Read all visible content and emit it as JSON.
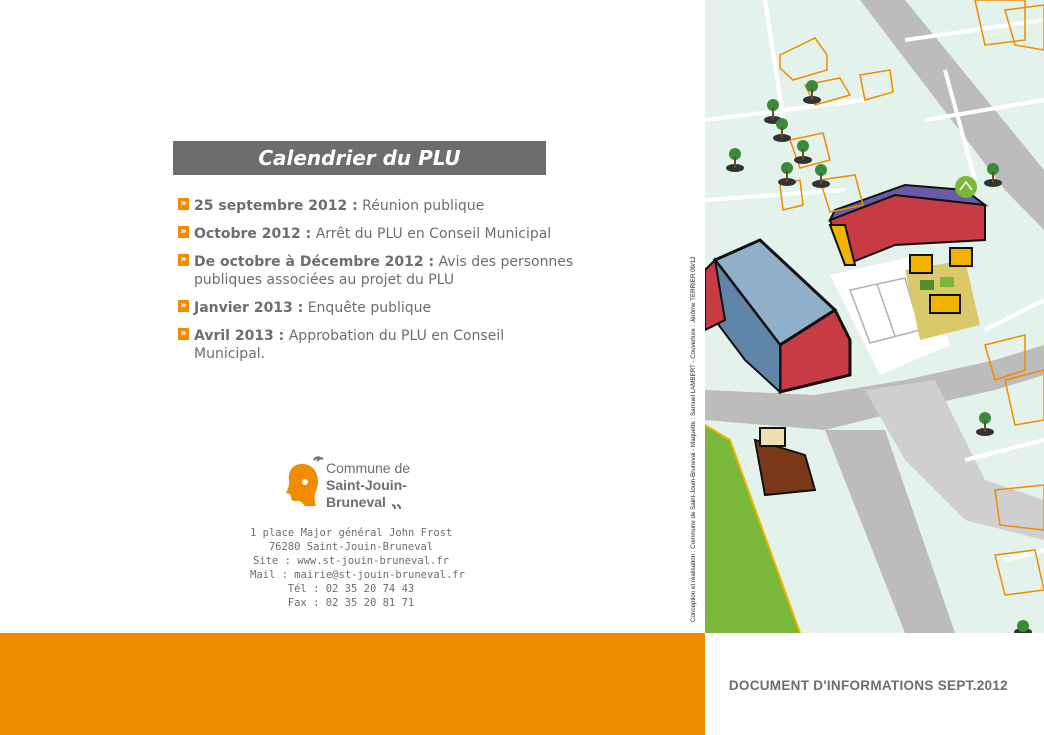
{
  "calendar": {
    "title": "Calendrier du PLU",
    "items": [
      {
        "date": "25 septembre 2012 :",
        "text": " Réunion publique"
      },
      {
        "date": "Octobre 2012 :",
        "text": " Arrêt du PLU en Conseil Municipal"
      },
      {
        "date": "De octobre à Décembre 2012 :",
        "text": " Avis des personnes publiques associées au projet du PLU"
      },
      {
        "date": "Janvier 2013 :",
        "text": " Enquête publique"
      },
      {
        "date": "Avril 2013 :",
        "text": " Approbation du PLU en Conseil Municipal."
      }
    ]
  },
  "logo": {
    "line1": "Commune de",
    "line2": "Saint-Jouin-",
    "line3": "Bruneval"
  },
  "address": {
    "street": "1 place Major général John Frost",
    "city": "76280 Saint-Jouin-Bruneval",
    "site": "Site : www.st-jouin-bruneval.fr",
    "mail": "Mail : mairie@st-jouin-bruneval.fr",
    "tel": "Tél : 02 35 20 74 43",
    "fax": "Fax : 02 35 20 81 71"
  },
  "credits": "Conception et réalisation : Commune de Saint-Jouin-Bruneval - Maquette : Samuel LAMBERT - Couverture : Jérôme TERRIER 09/12",
  "footer": {
    "doc_info": "DOCUMENT D'INFORMATIONS SEPT.2012"
  },
  "colors": {
    "accent": "#f08c00",
    "text": "#6d6d6d",
    "title_bg": "#6d6d6d"
  }
}
